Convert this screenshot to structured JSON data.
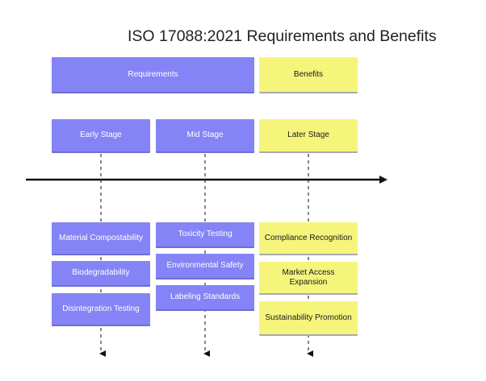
{
  "title": "ISO 17088:2021 Requirements and Benefits",
  "headers": {
    "requirements": "Requirements",
    "benefits": "Benefits"
  },
  "stages": {
    "early": "Early Stage",
    "mid": "Mid Stage",
    "later": "Later Stage"
  },
  "early_items": [
    "Material Compostability",
    "Biodegradability",
    "Disintegration Testing"
  ],
  "mid_items": [
    "Toxicity Testing",
    "Environmental Safety",
    "Labeling Standards"
  ],
  "later_items": [
    "Compliance Recognition",
    "Market Access Expansion",
    "Sustainability Promotion"
  ],
  "colors": {
    "requirements": "#8484f6",
    "benefits": "#f5f57c",
    "line": "#111111"
  }
}
